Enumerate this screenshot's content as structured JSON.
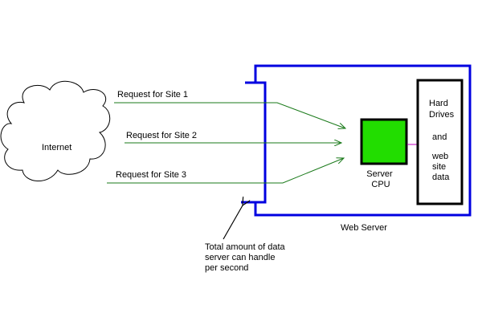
{
  "cloud": {
    "label": "Internet"
  },
  "requests": [
    {
      "label": "Request for Site 1"
    },
    {
      "label": "Request for Site 2"
    },
    {
      "label": "Request for Site 3"
    }
  ],
  "server": {
    "label": "Web Server",
    "cpu_label": [
      "Server",
      "CPU"
    ],
    "drives_label": [
      "Hard",
      "Drives",
      "",
      "and",
      "",
      "web",
      "site",
      "data"
    ]
  },
  "bandwidth_note": [
    "Total amount of data",
    "server can handle",
    "per second"
  ],
  "colors": {
    "server_border": "#0000e0",
    "request_arrows": "#1a7a1a",
    "cpu_fill": "#22dd00",
    "data_link": "#c000c0",
    "outline": "#000000"
  }
}
